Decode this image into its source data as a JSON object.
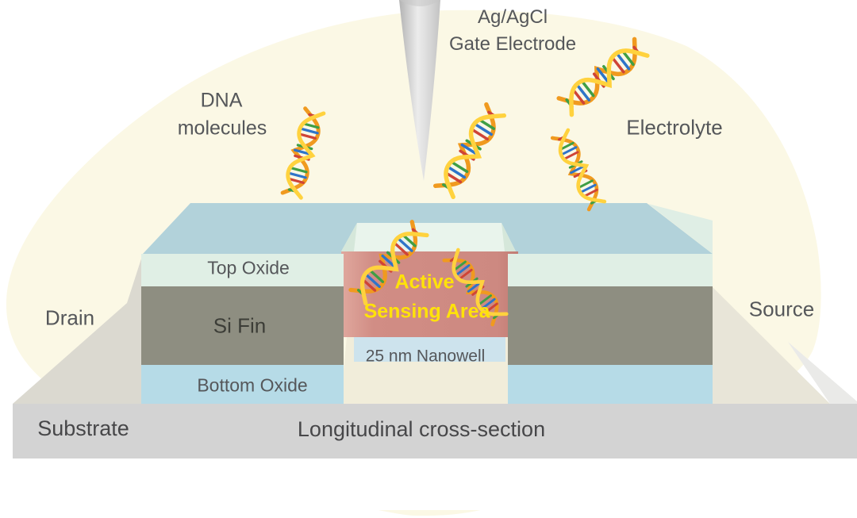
{
  "labels": {
    "gate_electrode": {
      "line1": "Ag/AgCl",
      "line2": "Gate Electrode"
    },
    "dna_molecules": {
      "line1": "DNA",
      "line2": "molecules"
    },
    "electrolyte": "Electrolyte",
    "drain": "Drain",
    "source": "Source",
    "top_oxide": "Top Oxide",
    "si_fin": "Si Fin",
    "bottom_oxide": "Bottom Oxide",
    "active_area": {
      "line1": "Active",
      "line2": "Sensing Area"
    },
    "nanowell": "25 nm Nanowell",
    "substrate": "Substrate",
    "caption": "Longitudinal cross-section"
  },
  "colors": {
    "droplet": "#fbf8e5",
    "top_face_blue": "#b2d2da",
    "top_oxide_mint": "#e0efe5",
    "trench_upper_mint": "#e9f4ec",
    "si_fin_gray": "#8e8e81",
    "bottom_oxide_blue": "#b6dbe7",
    "active_pink": "#d18d85",
    "nanowell_strip_blue": "#cde3ed",
    "trench_floor_cream": "#f1edda",
    "substrate_gray": "#d3d3d3",
    "shadow_left_gray": "#dbd9d0",
    "shadow_right_beige": "#e8e5d8",
    "label_text": "#55575a",
    "active_text_yellow": "#ffe20a",
    "dna_strand_orange": "#f09a1f",
    "dna_strand_yellow": "#ffd23e"
  }
}
